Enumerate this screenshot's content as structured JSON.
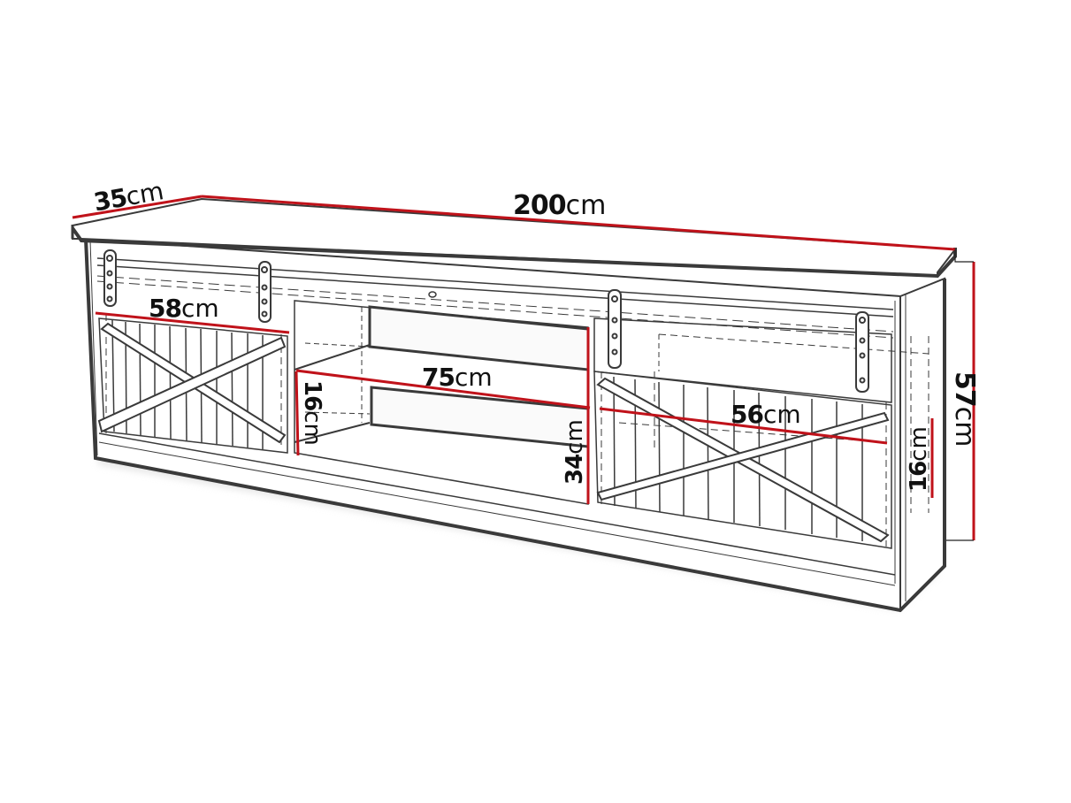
{
  "diagram": {
    "subject": "TV stand with sliding barn doors",
    "accent_color": "#c0121a",
    "line_color": "#3a3a3a",
    "dimensions": {
      "depth": {
        "value": "35",
        "unit": "cm"
      },
      "width": {
        "value": "200",
        "unit": "cm"
      },
      "height": {
        "value": "57",
        "unit": "cm"
      },
      "left_door": {
        "value": "58",
        "unit": "cm"
      },
      "center_shelf": {
        "value": "75",
        "unit": "cm"
      },
      "right_door": {
        "value": "56",
        "unit": "cm"
      },
      "left_compartment_height": {
        "value": "16",
        "unit": "cm"
      },
      "center_opening_height": {
        "value": "34",
        "unit": "cm"
      },
      "right_compartment_height": {
        "value": "16",
        "unit": "cm"
      }
    }
  }
}
